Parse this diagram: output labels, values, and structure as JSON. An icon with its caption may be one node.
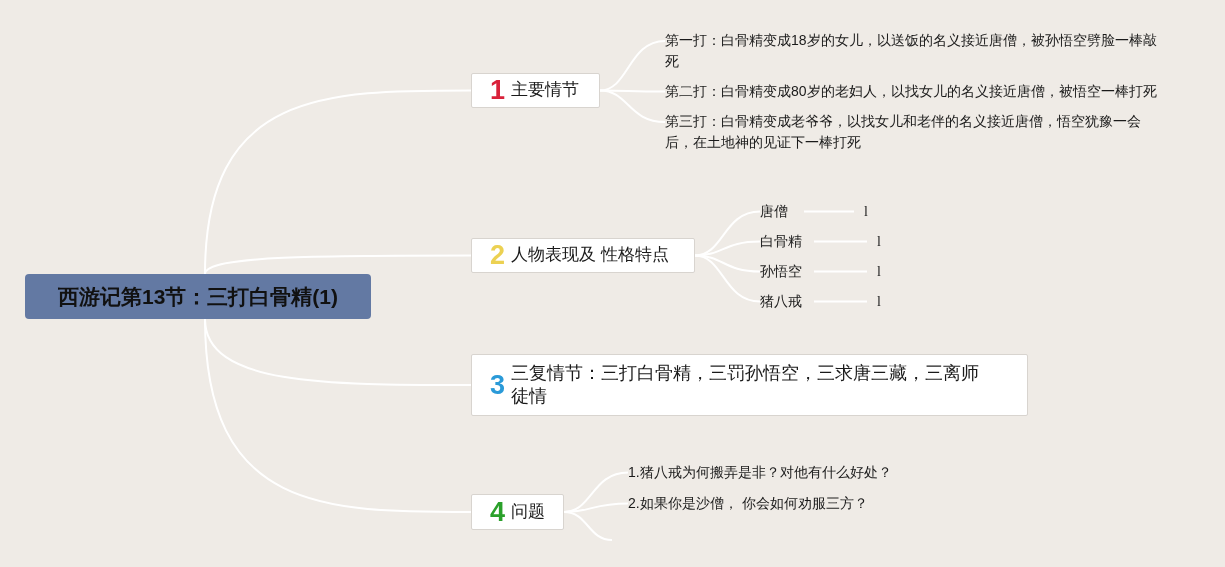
{
  "diagram": {
    "nodes": [
      {
        "text": [
          "西游记第13节：三打白骨精(1)"
        ]
      },
      {
        "text": [
          "1",
          "主要情节"
        ]
      },
      {
        "text": [
          "第一打：白骨精变成18岁的女儿，以送饭的名义接近唐僧，被孙悟空劈脸一棒敲死"
        ]
      },
      {
        "text": [
          "第二打：白骨精变成80岁的老妇人，以找女儿的名义接近唐僧，被悟空一棒打死"
        ]
      },
      {
        "text": [
          "第三打：白骨精变成老爷爷，以找女儿和老伴的名义接近唐僧，悟空犹豫一会后，在土地神的见证下一棒打死"
        ]
      },
      {
        "text": [
          "2",
          "人物表现及 性格特点"
        ]
      },
      {
        "text": [
          "唐僧"
        ]
      },
      {
        "text": [
          "l"
        ]
      },
      {
        "text": [
          "白骨精"
        ]
      },
      {
        "text": [
          "l"
        ]
      },
      {
        "text": [
          "孙悟空"
        ]
      },
      {
        "text": [
          "l"
        ]
      },
      {
        "text": [
          "猪八戒"
        ]
      },
      {
        "text": [
          "l"
        ]
      },
      {
        "text": [
          "3",
          "三复情节：三打白骨精，三罚孙悟空，三求唐三藏，三离师徒情"
        ]
      },
      {
        "text": [
          "4",
          "问题"
        ]
      },
      {
        "text": [
          "1.猪八戒为何搬弄是非？对他有什么好处？"
        ]
      },
      {
        "text": [
          "2.如果你是沙僧， 你会如何劝服三方？"
        ]
      }
    ],
    "edges": [
      {
        "from": 0,
        "to": 1,
        "arrow": "none"
      },
      {
        "from": 0,
        "to": 5,
        "arrow": "none"
      },
      {
        "from": 0,
        "to": 14,
        "arrow": "none"
      },
      {
        "from": 0,
        "to": 15,
        "arrow": "none"
      },
      {
        "from": 1,
        "to": 2,
        "arrow": "none"
      },
      {
        "from": 1,
        "to": 3,
        "arrow": "none"
      },
      {
        "from": 1,
        "to": 4,
        "arrow": "none"
      },
      {
        "from": 5,
        "to": 6,
        "arrow": "none"
      },
      {
        "from": 5,
        "to": 8,
        "arrow": "none"
      },
      {
        "from": 5,
        "to": 10,
        "arrow": "none"
      },
      {
        "from": 5,
        "to": 12,
        "arrow": "none"
      },
      {
        "from": 6,
        "to": 7,
        "arrow": "none"
      },
      {
        "from": 8,
        "to": 9,
        "arrow": "none"
      },
      {
        "from": 10,
        "to": 11,
        "arrow": "none"
      },
      {
        "from": 12,
        "to": 13,
        "arrow": "none"
      },
      {
        "from": 15,
        "to": 16,
        "arrow": "none"
      },
      {
        "from": 15,
        "to": 17,
        "arrow": "none"
      },
      {
        "from": 15,
        "to": null,
        "arrow": "none"
      }
    ]
  }
}
